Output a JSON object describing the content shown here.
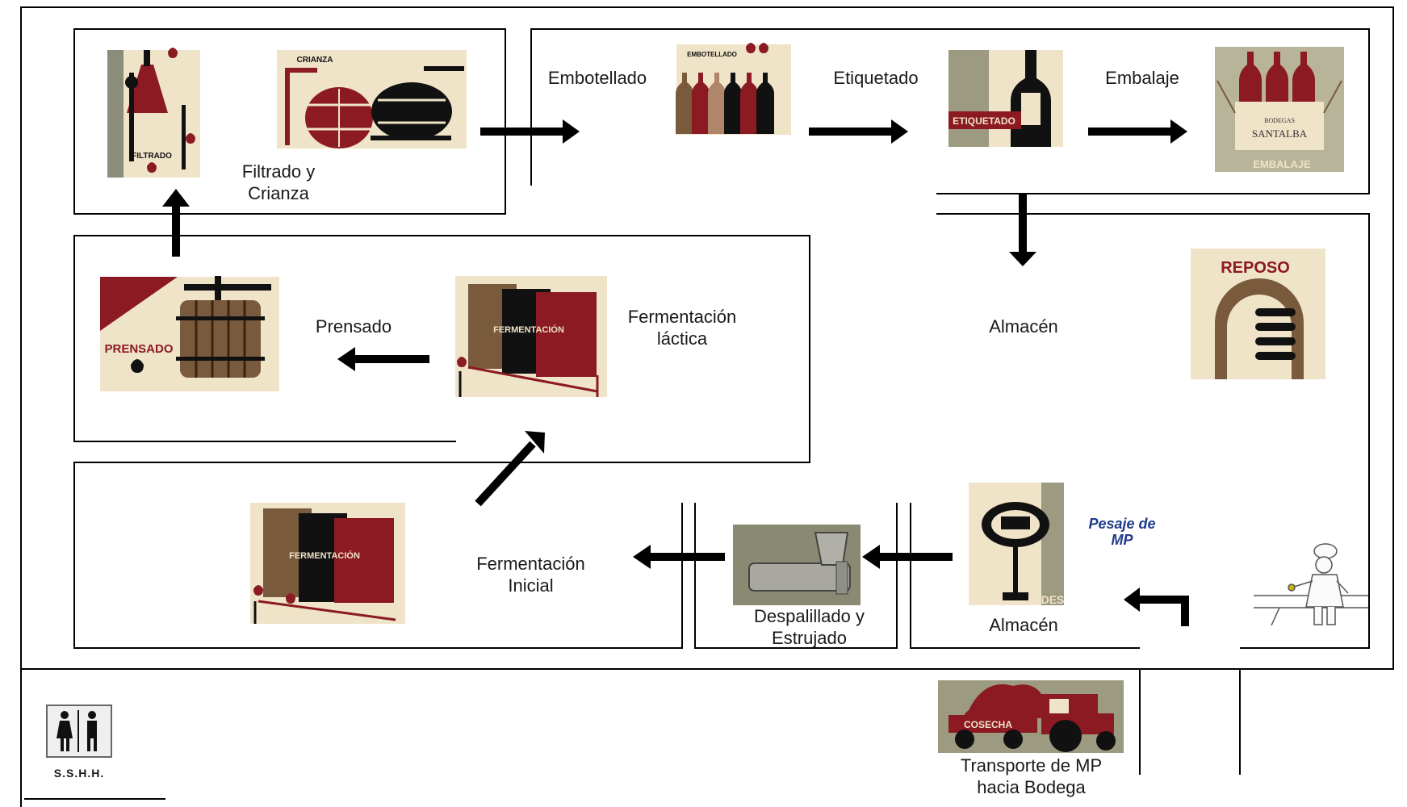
{
  "labels": {
    "embotellado": "Embotellado",
    "etiquetado": "Etiquetado",
    "embalaje": "Embalaje",
    "filtrado_crianza": "Filtrado y\nCrianza",
    "prensado": "Prensado",
    "fermentacion_lactica": "Fermentación\nláctica",
    "almacen_top": "Almacén",
    "fermentacion_inicial": "Fermentación\nInicial",
    "despalillado": "Despalillado y\nEstrujado",
    "almacen_bottom": "Almacén",
    "pesaje": "Pesaje de\nMP",
    "transporte": "Transporte de MP\nhacia Bodega",
    "sshh": "S.S.H.H."
  },
  "poster_text": {
    "filtrado": "FILTRADO",
    "crianza": "CRIANZA",
    "embotellado": "EMBOTELLADO",
    "etiquetado": "ETIQUETADO",
    "embalaje": "EMBALAJE",
    "bodegas": "BODEGAS",
    "santalba": "SANTALBA",
    "prensado": "PRENSADO",
    "fermentacion": "FERMENTACIÓN",
    "reposo": "REPOSO",
    "cosecha": "COSECHA",
    "des": "DES"
  },
  "colors": {
    "wine": "#8b1a22",
    "beige": "#efe3c8",
    "brown": "#7a5a3c",
    "black": "#111111",
    "label_blue": "#1f3b8a"
  }
}
